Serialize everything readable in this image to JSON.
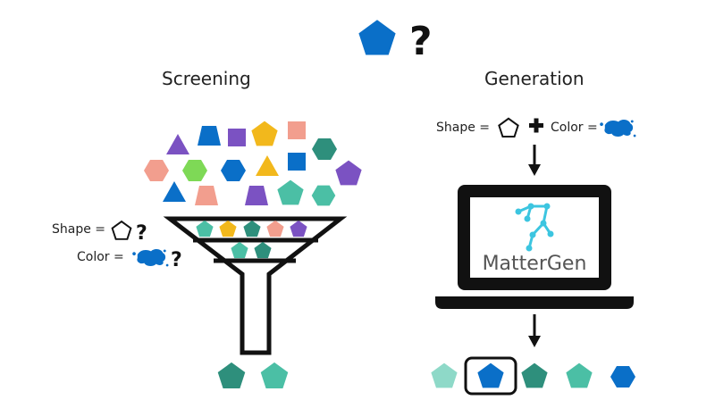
{
  "screening": {
    "title": "Screening",
    "shape_label": "Shape =",
    "color_label": "Color ="
  },
  "generation": {
    "title": "Generation",
    "shape_label": "Shape =",
    "color_label": "Color ="
  },
  "laptop": {
    "brand": "MatterGen"
  },
  "colors": {
    "target_blue": "#0a6fc8",
    "purple": "#7b52c2",
    "teal": "#4bbfa5",
    "dark_teal": "#2e8f7c",
    "salmon": "#f29e8e",
    "orange": "#f2b81c",
    "lime": "#7ed956",
    "light_teal": "#8ed9c8",
    "funnel": "#111111"
  },
  "icons": {
    "question": "question-icon",
    "pentagon_outline": "pentagon-outline-icon",
    "paint_splash": "paint-splash-icon",
    "plus": "plus-icon",
    "arrow": "arrow-down-icon"
  }
}
